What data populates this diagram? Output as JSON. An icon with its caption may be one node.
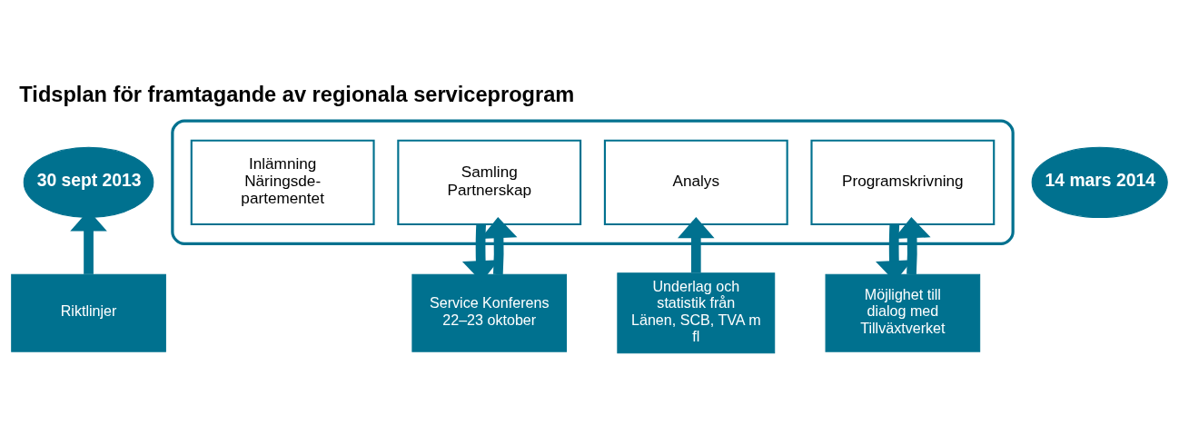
{
  "diagram": {
    "title": "Tidsplan för framtagande av regionala serviceprogram",
    "nodes": [
      {
        "text": [
          "30 sept 2013"
        ]
      },
      {
        "text": [],
        "shape": "arrow"
      },
      {
        "text": [
          "Samling Partnerskap"
        ],
        "in": 1
      },
      {
        "text": [
          "Analys"
        ],
        "in": 1
      },
      {
        "text": [
          "Programskrivning"
        ],
        "in": 1
      },
      {
        "text": [
          "Inlämning Näringsde- partementet"
        ],
        "in": 1
      },
      {
        "text": [
          "14 mars 2014"
        ]
      },
      {
        "text": [
          "Riktlinjer"
        ]
      },
      {
        "text": [
          "Service Konferens 22–23 oktober"
        ]
      },
      {
        "text": [
          "Underlag och statistik från Länen, SCB, TVA m fl"
        ]
      },
      {
        "text": [
          "Möjlighet till dialog med Tillväxtverket"
        ]
      }
    ],
    "edges": [
      {
        "from": 7,
        "to": 0,
        "arrow": "to"
      },
      {
        "from": 2,
        "to": 8,
        "arrow": "to"
      },
      {
        "from": 8,
        "to": 2,
        "arrow": "to"
      },
      {
        "from": 9,
        "to": 3,
        "arrow": "to"
      },
      {
        "from": 4,
        "to": 10,
        "arrow": "to"
      },
      {
        "from": 10,
        "to": 4,
        "arrow": "to"
      }
    ]
  }
}
